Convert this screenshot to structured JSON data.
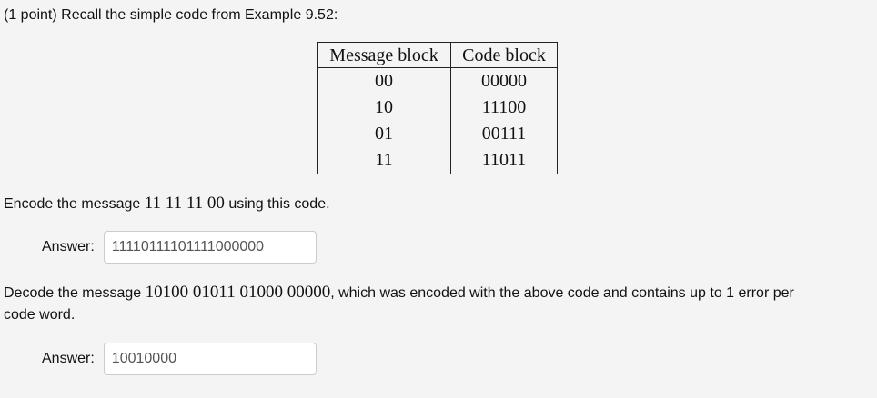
{
  "problem": {
    "intro": "(1 point) Recall the simple code from Example 9.52:",
    "table": {
      "headers": [
        "Message block",
        "Code block"
      ],
      "rows": [
        {
          "message": "00",
          "code": "00000"
        },
        {
          "message": "10",
          "code": "11100"
        },
        {
          "message": "01",
          "code": "00111"
        },
        {
          "message": "11",
          "code": "11011"
        }
      ]
    },
    "encode": {
      "prefix": "Encode the message ",
      "message": "11 11 11 00",
      "suffix": " using this code.",
      "answer_label": "Answer:",
      "answer_value": "11110111101111000000"
    },
    "decode": {
      "prefix": "Decode the message ",
      "message": "10100 01011 01000 00000",
      "suffix": ", which was encoded with the above code and contains up to 1 error per",
      "continuation": "code word.",
      "answer_label": "Answer:",
      "answer_value": "10010000"
    }
  }
}
